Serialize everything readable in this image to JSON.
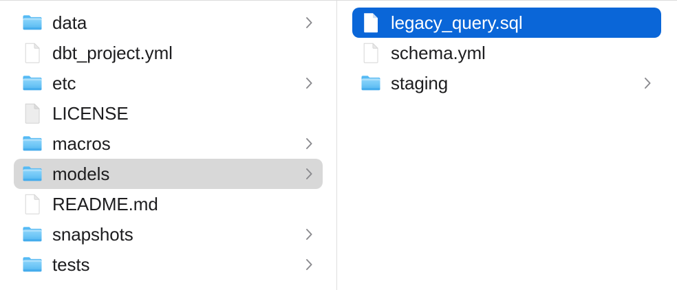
{
  "view": {
    "name": "finder-column-view",
    "background": "#ffffff",
    "divider_color": "#dedede",
    "selection_active_color": "#0a66d8",
    "selection_inactive_color": "#d8d8d8",
    "text_color": "#1d1d1f",
    "selected_text_color": "#ffffff",
    "chevron_color": "#8a8a8e",
    "folder_icon_color": "#52b0ef",
    "file_icon_color": "#ffffff"
  },
  "columns": [
    {
      "name": "parent-column",
      "items": [
        {
          "label": "data",
          "kind": "folder",
          "icon": "folder-icon",
          "has_chevron": true,
          "selected": false,
          "selection_state": "none"
        },
        {
          "label": "dbt_project.yml",
          "kind": "file",
          "icon": "document-icon",
          "has_chevron": false,
          "selected": false,
          "selection_state": "none"
        },
        {
          "label": "etc",
          "kind": "folder",
          "icon": "folder-icon",
          "has_chevron": true,
          "selected": false,
          "selection_state": "none"
        },
        {
          "label": "LICENSE",
          "kind": "file",
          "icon": "plain-document-icon",
          "has_chevron": false,
          "selected": false,
          "selection_state": "none"
        },
        {
          "label": "macros",
          "kind": "folder",
          "icon": "folder-icon",
          "has_chevron": true,
          "selected": false,
          "selection_state": "none"
        },
        {
          "label": "models",
          "kind": "folder",
          "icon": "folder-icon",
          "has_chevron": true,
          "selected": true,
          "selection_state": "inactive"
        },
        {
          "label": "README.md",
          "kind": "file",
          "icon": "document-icon",
          "has_chevron": false,
          "selected": false,
          "selection_state": "none"
        },
        {
          "label": "snapshots",
          "kind": "folder",
          "icon": "folder-icon",
          "has_chevron": true,
          "selected": false,
          "selection_state": "none"
        },
        {
          "label": "tests",
          "kind": "folder",
          "icon": "folder-icon",
          "has_chevron": true,
          "selected": false,
          "selection_state": "none"
        }
      ]
    },
    {
      "name": "child-column",
      "items": [
        {
          "label": "legacy_query.sql",
          "kind": "file",
          "icon": "document-icon",
          "has_chevron": false,
          "selected": true,
          "selection_state": "active"
        },
        {
          "label": "schema.yml",
          "kind": "file",
          "icon": "document-icon",
          "has_chevron": false,
          "selected": false,
          "selection_state": "none"
        },
        {
          "label": "staging",
          "kind": "folder",
          "icon": "folder-icon",
          "has_chevron": true,
          "selected": false,
          "selection_state": "none"
        }
      ]
    }
  ]
}
